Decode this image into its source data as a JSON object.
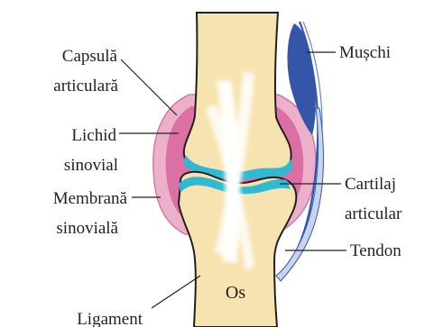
{
  "diagram": {
    "labels": {
      "capsula_line1": "Capsulă",
      "capsula_line2": "articulară",
      "lichid_line1": "Lichid",
      "lichid_line2": "sinovial",
      "membrana_line1": "Membrană",
      "membrana_line2": "sinovială",
      "ligament": "Ligament",
      "muschi": "Mușchi",
      "cartilaj_line1": "Cartilaj",
      "cartilaj_line2": "articular",
      "tendon": "Tendon",
      "os": "Os"
    },
    "colors": {
      "bone": "#f6e3b0",
      "bone_outline": "#231f20",
      "capsule": "#ecb0cb",
      "synovial_membrane": "#dc6fa3",
      "synovial_fluid": "#e888b8",
      "cartilage": "#2fb9d2",
      "muscle": "#3556a8",
      "ligament": "#ffffff",
      "text": "#231f20"
    }
  }
}
